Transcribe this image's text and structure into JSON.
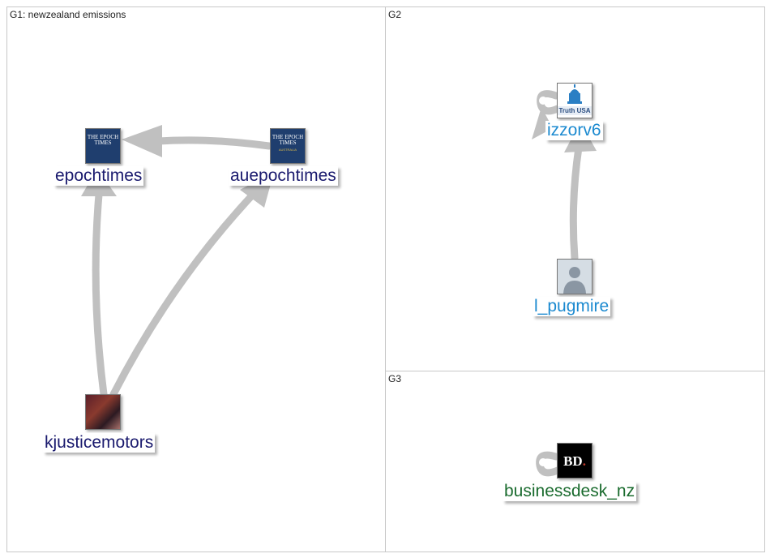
{
  "groups": [
    {
      "id": "G1",
      "label": "G1: newzealand emissions"
    },
    {
      "id": "G2",
      "label": "G2"
    },
    {
      "id": "G3",
      "label": "G3"
    }
  ],
  "nodes": [
    {
      "id": "epochtimes",
      "label": "epochtimes",
      "avatar_text": "THE EPOCH TIMES",
      "label_color": "#1a1a6e",
      "group": "G1"
    },
    {
      "id": "auepochtimes",
      "label": "auepochtimes",
      "avatar_text": "THE EPOCH TIMES",
      "avatar_subtext": "AUSTRALIA",
      "label_color": "#1a1a6e",
      "group": "G1"
    },
    {
      "id": "kjusticemotors",
      "label": "kjusticemotors",
      "label_color": "#1a1a6e",
      "group": "G1"
    },
    {
      "id": "izzorv6",
      "label": "izzorv6",
      "avatar_text": "Truth USA",
      "label_color": "#1c8ad0",
      "group": "G2"
    },
    {
      "id": "l_pugmire",
      "label": "l_pugmire",
      "label_color": "#1c8ad0",
      "group": "G2"
    },
    {
      "id": "businessdesk_nz",
      "label": "businessdesk_nz",
      "avatar_text": "BD",
      "label_color": "#1a6b2e",
      "group": "G3"
    }
  ],
  "edges": [
    {
      "from": "auepochtimes",
      "to": "epochtimes"
    },
    {
      "from": "kjusticemotors",
      "to": "epochtimes"
    },
    {
      "from": "kjusticemotors",
      "to": "auepochtimes"
    },
    {
      "from": "l_pugmire",
      "to": "izzorv6"
    },
    {
      "from": "izzorv6",
      "to": "izzorv6",
      "self_loop": true
    },
    {
      "from": "businessdesk_nz",
      "to": "businessdesk_nz",
      "self_loop": true
    }
  ],
  "colors": {
    "edge": "#c0c0c0",
    "group_border": "#c8c8c8"
  }
}
